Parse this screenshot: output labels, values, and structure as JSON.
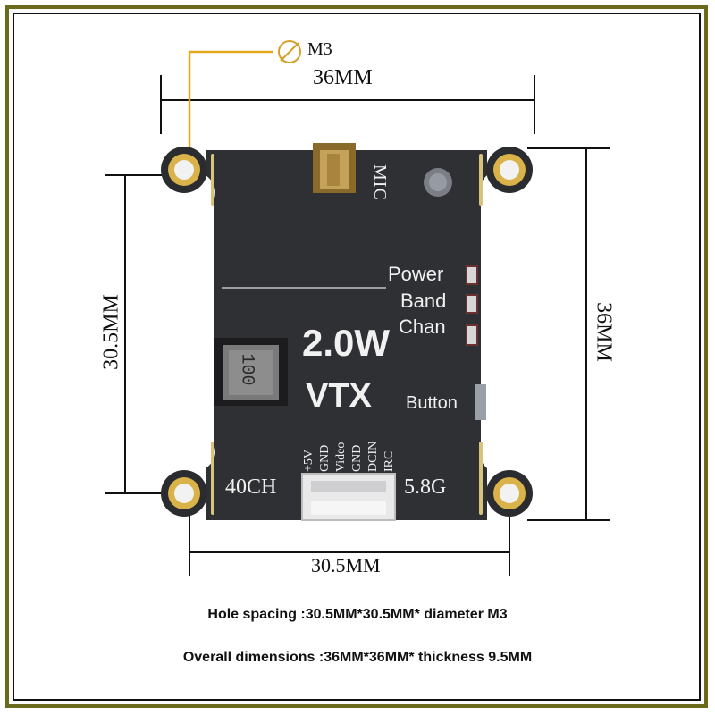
{
  "dimensions": {
    "screw": "M3",
    "top_width": "36MM",
    "left_height": "30.5MM",
    "right_height": "36MM",
    "bottom_width": "30.5MM"
  },
  "board": {
    "mic_label": "MIC",
    "leds": [
      "Power",
      "Band",
      "Chan"
    ],
    "power_rating": "2.0W",
    "vtx_label": "VTX",
    "button_label": "Button",
    "inductor_marking": "100",
    "pins": [
      "+5V",
      "GND",
      "Video",
      "GND",
      "DCIN",
      "IRC"
    ],
    "channels": "40CH",
    "frequency": "5.8G"
  },
  "captions": {
    "hole_spacing": "Hole spacing :30.5MM*30.5MM* diameter M3",
    "overall": "Overall dimensions :36MM*36MM* thickness 9.5MM"
  },
  "colors": {
    "frame": "#6b6a1c",
    "board": "#2f3034",
    "gold": "#d9b24a"
  }
}
